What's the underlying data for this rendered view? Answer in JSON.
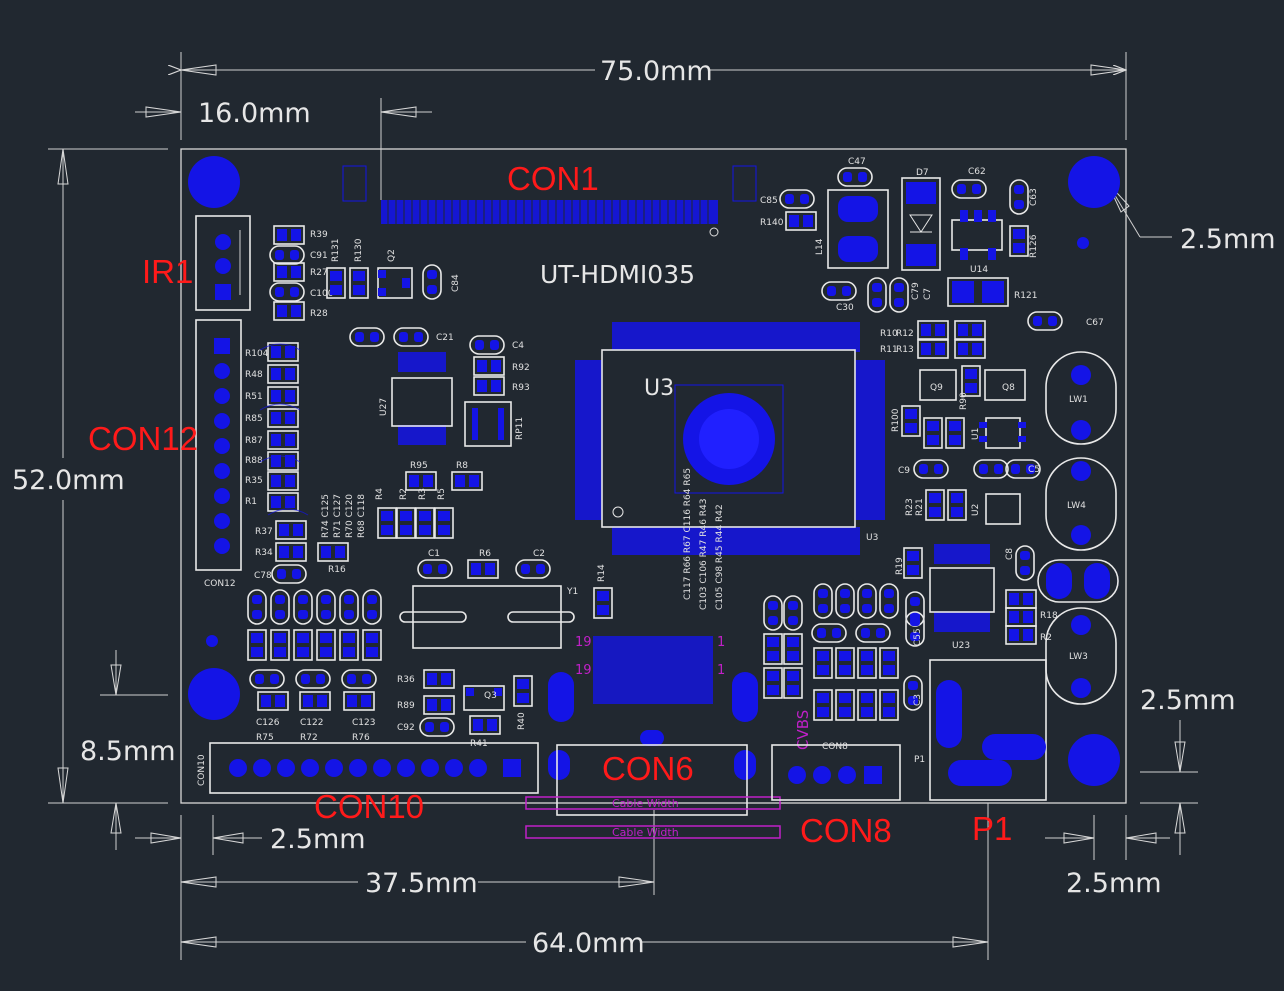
{
  "board": {
    "title": "UT-HDMI035",
    "chip": "U3"
  },
  "connectors": {
    "con1": "CON1",
    "ir1": "IR1",
    "con12": "CON12",
    "con10": "CON10",
    "con6": "CON6",
    "con8": "CON8",
    "p1": "P1"
  },
  "dimensions": {
    "width_total": "75.0mm",
    "offset_con1": "16.0mm",
    "height_total": "52.0mm",
    "hole_right_top": "2.5mm",
    "hole_left_bottom": "8.5mm",
    "hole_right_bottom_v": "2.5mm",
    "hole_left_bottom_h": "2.5mm",
    "offset_con6": "37.5mm",
    "offset_p1": "64.0mm",
    "hole_right_bottom_h": "2.5mm"
  },
  "silk_labels": {
    "con12_small": "CON12",
    "con10_small": "CON10",
    "con8_small": "CON8",
    "p1_small": "P1",
    "u3_small": "U3",
    "u27": "U27",
    "u14": "U14",
    "u1": "U1",
    "u2": "U2",
    "u23": "U23",
    "rp11": "RP11",
    "y1": "Y1",
    "q2": "Q2",
    "q3": "Q3",
    "q8": "Q8",
    "q9": "Q9",
    "d7": "D7",
    "l14": "L14",
    "lw1": "LW1",
    "lw4": "LW4",
    "lw3": "LW3",
    "c47": "C47",
    "c62": "C62",
    "c63": "C63",
    "c85": "C85",
    "r140": "R140",
    "r126": "R126",
    "r121": "R121",
    "c30": "C30",
    "c79": "C79",
    "c7": "C7",
    "c67": "C67",
    "r10": "R10",
    "r12": "R12",
    "r11": "R11",
    "r13": "R13",
    "r39": "R39",
    "c91": "C91",
    "r27": "R27",
    "c100": "C100",
    "r28": "R28",
    "r131": "R131",
    "r130": "R130",
    "c84": "C84",
    "c21": "C21",
    "c4": "C4",
    "r92": "R92",
    "r93": "R93",
    "r104": "R104",
    "r48": "R48",
    "r51": "R51",
    "r85": "R85",
    "r87": "R87",
    "r88": "R88",
    "r35": "R35",
    "r1": "R1",
    "r37": "R37",
    "r34": "R34",
    "c78": "C78",
    "r16": "R16",
    "r95": "R95",
    "r8": "R8",
    "r2": "R2",
    "r3": "R3",
    "r5": "R5",
    "r4": "R4",
    "c1": "C1",
    "r6": "R6",
    "c2": "C2",
    "r14": "R14",
    "r100": "R100",
    "r90": "R90",
    "c9": "C9",
    "c5": "C5",
    "r23": "R23",
    "r21": "R21",
    "r19": "R19",
    "c8": "C8",
    "c55": "C55",
    "r18": "R18",
    "r2b": "R2",
    "c3": "C3",
    "r36": "R36",
    "r89": "R89",
    "c92": "C92",
    "r40": "R40",
    "r41": "R41",
    "c126": "C126",
    "c122": "C122",
    "c123": "C123",
    "r75": "R75",
    "r72": "R72",
    "r76": "R76",
    "pin19a": "19",
    "pin19b": "19",
    "pin1a": "1",
    "pin1b": "1",
    "cable1": "Cable Width",
    "cable2": "Cable Width"
  }
}
